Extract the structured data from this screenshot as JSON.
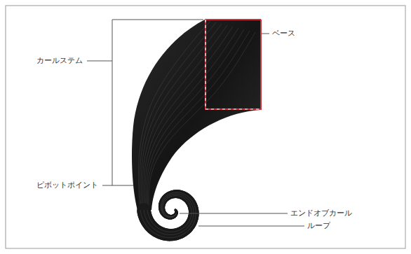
{
  "diagram": {
    "labels": [
      "カールステム",
      "ピボットポイント",
      "ベース",
      "エンドオブカール",
      "ループ"
    ]
  }
}
